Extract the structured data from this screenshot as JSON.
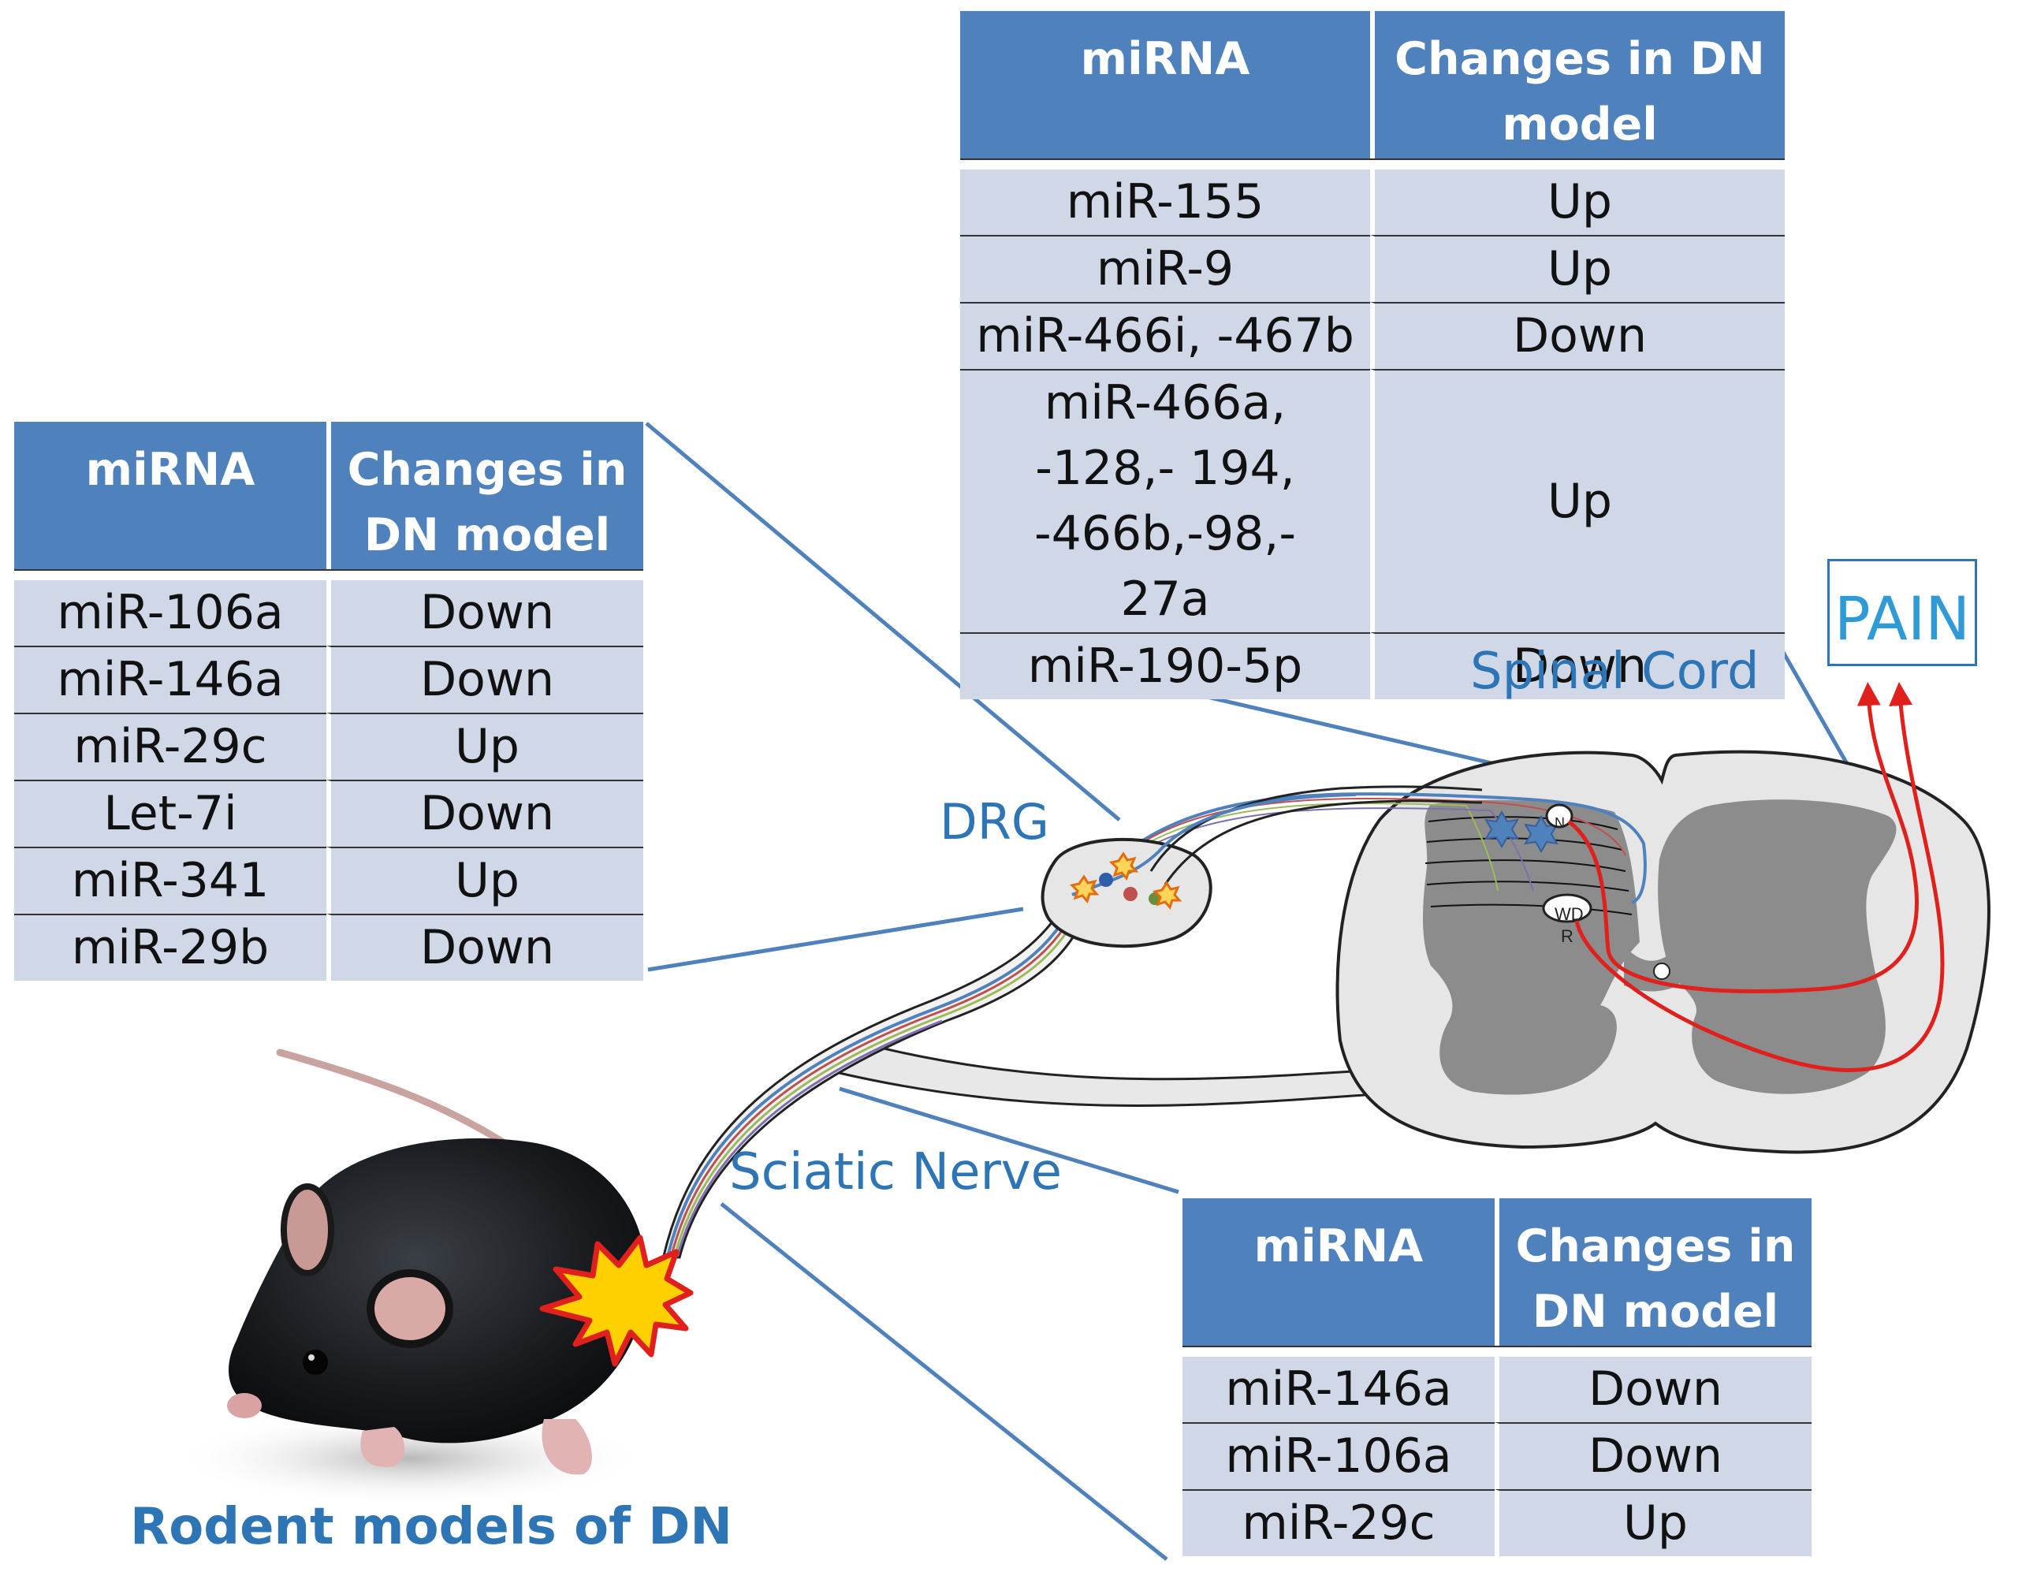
{
  "spinal_cord_table": {
    "header": [
      "miRNA",
      "Changes in DN model"
    ],
    "rows": [
      [
        "miR-155",
        "Up"
      ],
      [
        "miR-9",
        "Up"
      ],
      [
        "miR-466i, -467b",
        "Down"
      ],
      [
        "miR-466a, -128,- 194, -466b,-98,- 27a",
        "Up"
      ],
      [
        "miR-190-5p",
        "Down"
      ]
    ]
  },
  "drg_table": {
    "header": [
      "miRNA",
      "Changes in DN model"
    ],
    "rows": [
      [
        "miR-106a",
        "Down"
      ],
      [
        "miR-146a",
        "Down"
      ],
      [
        "miR-29c",
        "Up"
      ],
      [
        "Let-7i",
        "Down"
      ],
      [
        "miR-341",
        "Up"
      ],
      [
        "miR-29b",
        "Down"
      ]
    ]
  },
  "sciatic_table": {
    "header": [
      "miRNA",
      "Changes in DN model"
    ],
    "rows": [
      [
        "miR-146a",
        "Down"
      ],
      [
        "miR-106a",
        "Down"
      ],
      [
        "miR-29c",
        "Up"
      ]
    ]
  },
  "labels": {
    "drg": "DRG",
    "spinal_cord": "Spinal Cord",
    "sciatic_nerve": "Sciatic Nerve",
    "pain": "PAIN",
    "rodent": "Rodent models of DN",
    "neuron_n": "N",
    "wdr_line1": "WD",
    "wdr_line2": "R"
  },
  "colors": {
    "table_header": "#4f81bd",
    "table_cell": "#d0d8e8",
    "label_blue": "#2e75b6",
    "pain_text": "#2e9bd6",
    "pain_pathway": "#e0201c",
    "grey_matter": "#8c8c8c",
    "white_matter": "#e6e6e6"
  },
  "icons": [
    "mouse-illustration",
    "injury-burst-icon",
    "spinal-cord-section",
    "drg-ganglion"
  ]
}
